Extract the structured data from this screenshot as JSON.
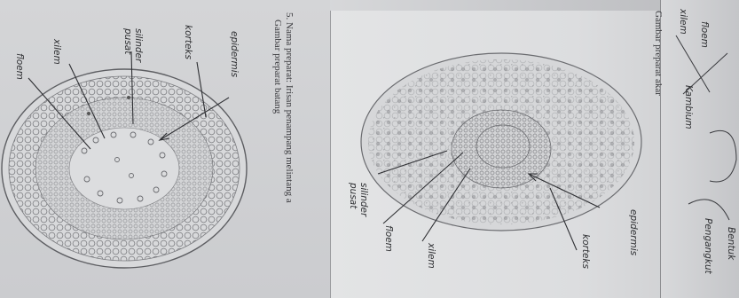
{
  "question": {
    "number": "5.",
    "prompt": "Nama preparat: Irisan penampang melintang a",
    "stem_caption": "Gambar preparat batang"
  },
  "root_section": {
    "caption": "Gambar preparat akar",
    "labels": [
      "epidermis",
      "korteks",
      "silinder pusat",
      "floem",
      "xilem"
    ]
  },
  "stem_section": {
    "labels": [
      "epidermis",
      "korteks",
      "silinder pusat",
      "xilem",
      "floem"
    ]
  },
  "edge_labels": [
    "floem",
    "xilem",
    "Kambium",
    "Bentuk",
    "Pengangkut"
  ]
}
